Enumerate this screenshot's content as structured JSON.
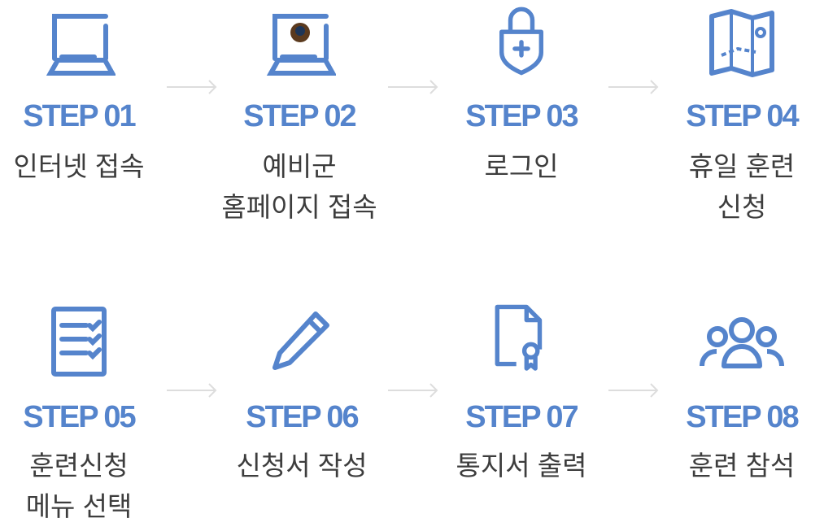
{
  "accent_color": "#5584cc",
  "steps": [
    {
      "label": "STEP 01",
      "desc": [
        "인터넷 접속"
      ],
      "icon": "laptop-icon"
    },
    {
      "label": "STEP 02",
      "desc": [
        "예비군",
        "홈페이지 접속"
      ],
      "icon": "laptop-emblem-icon"
    },
    {
      "label": "STEP 03",
      "desc": [
        "로그인"
      ],
      "icon": "padlock-shield-icon"
    },
    {
      "label": "STEP 04",
      "desc": [
        "휴일 훈련",
        "신청"
      ],
      "icon": "map-icon"
    },
    {
      "label": "STEP 05",
      "desc": [
        "훈련신청",
        "메뉴 선택"
      ],
      "icon": "checklist-icon"
    },
    {
      "label": "STEP 06",
      "desc": [
        "신청서 작성"
      ],
      "icon": "pencil-icon"
    },
    {
      "label": "STEP 07",
      "desc": [
        "통지서 출력"
      ],
      "icon": "certificate-icon"
    },
    {
      "label": "STEP 08",
      "desc": [
        "훈련 참석"
      ],
      "icon": "group-icon"
    }
  ]
}
